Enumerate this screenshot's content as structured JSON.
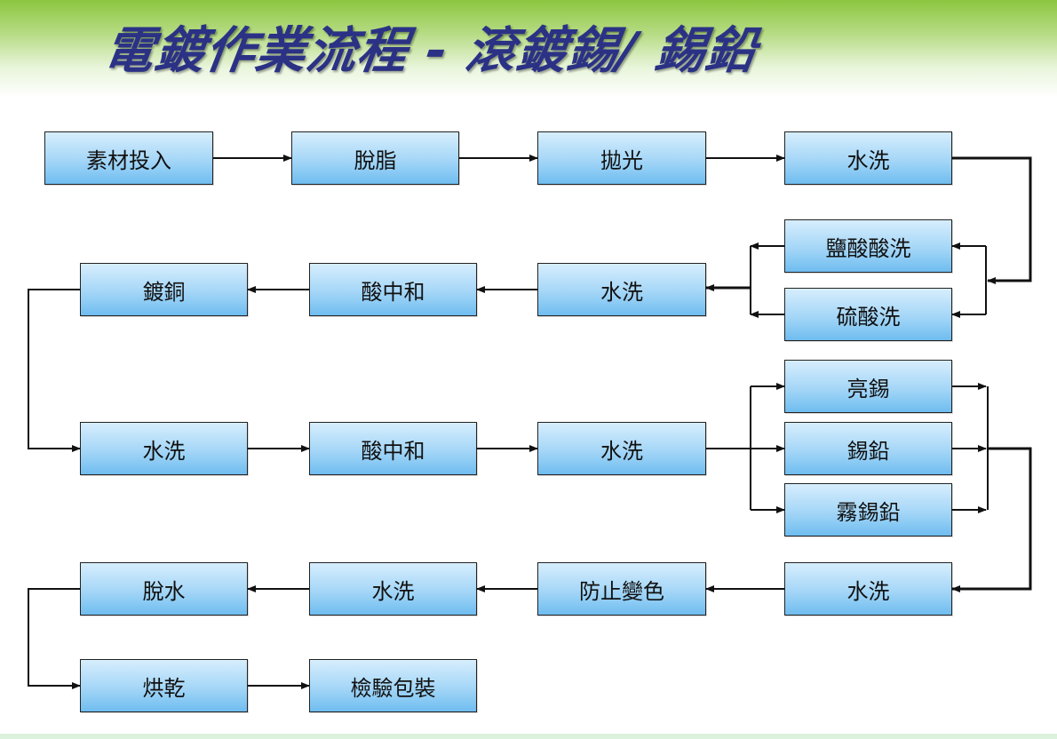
{
  "title": "電鍍作業流程 - 滾鍍錫/ 錫鉛",
  "colors": {
    "title": "#2b3285",
    "box_top": "#d7eefd",
    "box_bottom": "#6fbdf0",
    "banner": "#8cc63f"
  },
  "steps": {
    "s1": "素材投入",
    "s2": "脫脂",
    "s3": "拋光",
    "s4": "水洗",
    "s5": "鹽酸酸洗",
    "s6": "硫酸洗",
    "s7": "水洗",
    "s8": "酸中和",
    "s9": "鍍銅",
    "s10": "水洗",
    "s11": "酸中和",
    "s12": "水洗",
    "s13": "亮錫",
    "s14": "錫鉛",
    "s15": "霧錫鉛",
    "s16": "水洗",
    "s17": "防止變色",
    "s18": "水洗",
    "s19": "脫水",
    "s20": "烘乾",
    "s21": "檢驗包裝"
  }
}
